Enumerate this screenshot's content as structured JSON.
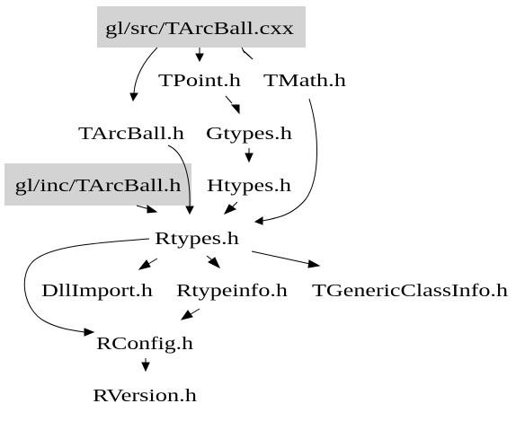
{
  "diagram": {
    "nodes": [
      {
        "id": "tarcball_cxx",
        "label": "gl/src/TArcBall.cxx",
        "highlighted": true
      },
      {
        "id": "tpoint",
        "label": "TPoint.h"
      },
      {
        "id": "tmath",
        "label": "TMath.h"
      },
      {
        "id": "tarcball_h",
        "label": "TArcBall.h"
      },
      {
        "id": "gtypes",
        "label": "Gtypes.h"
      },
      {
        "id": "inc_tarcball",
        "label": "gl/inc/TArcBall.h",
        "highlighted": true
      },
      {
        "id": "htypes",
        "label": "Htypes.h"
      },
      {
        "id": "rtypes",
        "label": "Rtypes.h"
      },
      {
        "id": "dllimport",
        "label": "DllImport.h"
      },
      {
        "id": "rtypeinfo",
        "label": "Rtypeinfo.h"
      },
      {
        "id": "tgenericclassinfo",
        "label": "TGenericClassInfo.h"
      },
      {
        "id": "rconfig",
        "label": "RConfig.h"
      },
      {
        "id": "rversion",
        "label": "RVersion.h"
      }
    ],
    "edges": [
      {
        "from": "tarcball_cxx",
        "to": "tpoint"
      },
      {
        "from": "tarcball_cxx",
        "to": "tmath"
      },
      {
        "from": "tarcball_cxx",
        "to": "tarcball_h"
      },
      {
        "from": "tpoint",
        "to": "gtypes"
      },
      {
        "from": "tmath",
        "to": "rtypes"
      },
      {
        "from": "tarcball_h",
        "to": "rtypes"
      },
      {
        "from": "gtypes",
        "to": "htypes"
      },
      {
        "from": "htypes",
        "to": "rtypes"
      },
      {
        "from": "inc_tarcball",
        "to": "rtypes"
      },
      {
        "from": "rtypes",
        "to": "dllimport"
      },
      {
        "from": "rtypes",
        "to": "rtypeinfo"
      },
      {
        "from": "rtypes",
        "to": "tgenericclassinfo"
      },
      {
        "from": "rtypes",
        "to": "rconfig"
      },
      {
        "from": "rtypeinfo",
        "to": "rconfig"
      },
      {
        "from": "rconfig",
        "to": "rversion"
      }
    ],
    "colors": {
      "highlight_fill": "#d3d3d3",
      "background": "#ffffff",
      "ink": "#000000"
    }
  }
}
